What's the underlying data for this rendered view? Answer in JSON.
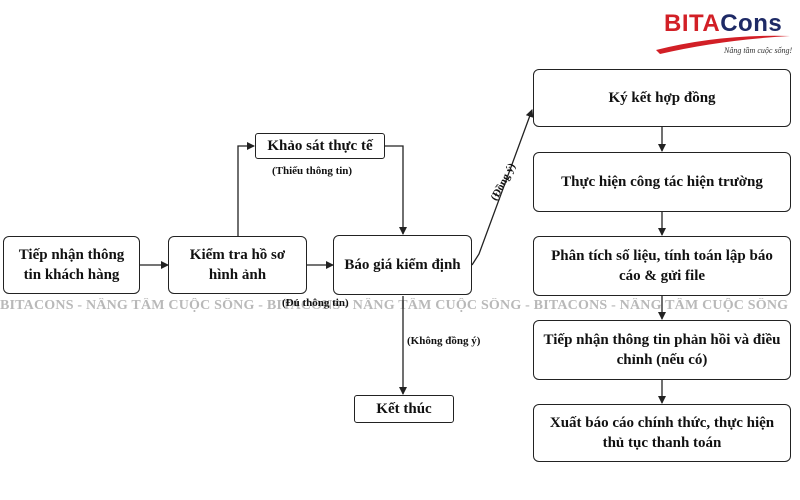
{
  "logo": {
    "brand_part1": "BITA",
    "brand_part2": "Cons",
    "slogan": "Nâng tầm cuộc sống!"
  },
  "watermark": "BITACONS - NÂNG TẦM CUỘC SỐNG - BITACONS - NÂNG TẦM CUỘC SỐNG - BITACONS - NÂNG TẦM CUỘC SỐNG",
  "nodes": {
    "tiep_nhan": "Tiếp nhận thông tin khách hàng",
    "kiem_tra": "Kiểm tra hồ sơ hình ảnh",
    "khao_sat": "Khảo sát thực tế",
    "bao_gia": "Báo giá kiểm định",
    "ket_thuc": "Kết thúc",
    "ky_ket": "Ký kết hợp đồng",
    "thuc_hien": "Thực hiện công tác hiện trường",
    "phan_tich": "Phân tích số liệu, tính toán lập báo cáo & gửi file",
    "phan_hoi": "Tiếp nhận thông tin phản hồi và điều chỉnh (nếu có)",
    "xuat_bao_cao": "Xuất báo cáo chính thức, thực hiện thủ tục thanh toán"
  },
  "edge_labels": {
    "thieu_thong_tin": "(Thiếu thông tin)",
    "du_thong_tin": "(Đủ thông tin)",
    "khong_dong_y": "(Không đồng ý)",
    "dong_y": "(Đồng ý)"
  },
  "colors": {
    "brand_navy": "#1e2a66",
    "brand_red": "#d21f26",
    "watermark": "#b9b9b9"
  }
}
